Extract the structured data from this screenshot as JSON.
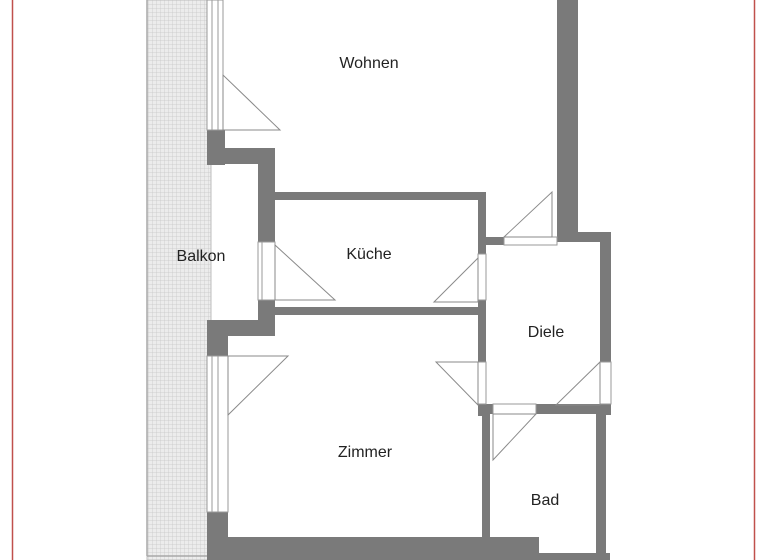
{
  "rooms": {
    "wohnen": "Wohnen",
    "balkon": "Balkon",
    "kueche": "Küche",
    "diele": "Diele",
    "zimmer": "Zimmer",
    "bad": "Bad"
  },
  "colors": {
    "wall": "#7a7a7a",
    "border": "#c0504d",
    "balcony_hatch": "#c8c8c8",
    "door_line": "#9a9a9a"
  }
}
